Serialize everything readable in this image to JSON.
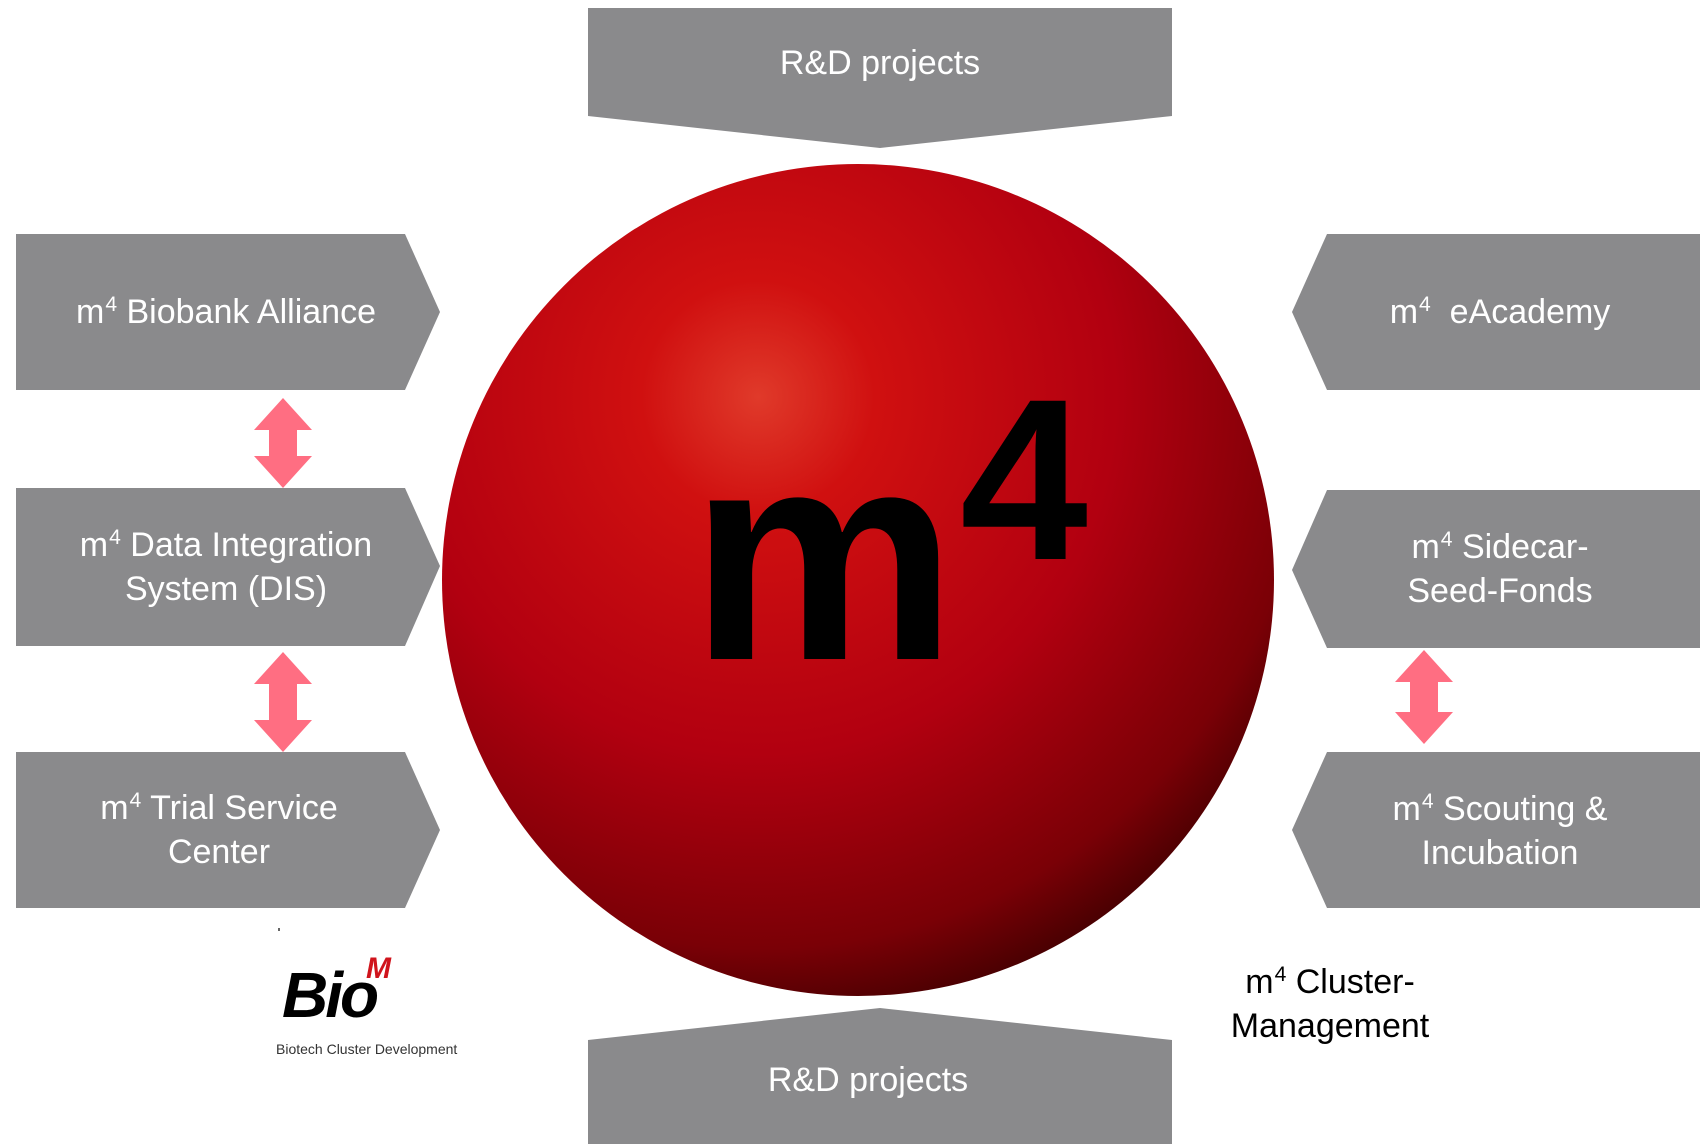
{
  "colors": {
    "box_fill": "#8a8a8c",
    "box_text": "#ffffff",
    "sphere_highlight": "#e03a2a",
    "sphere_base": "#b20010",
    "sphere_shadow": "#3a0000",
    "arrow_fill": "#ff6e82"
  },
  "top_box": {
    "label": "R&D projects"
  },
  "bottom_box": {
    "label": "R&D projects"
  },
  "left_boxes": [
    {
      "prefix": "m",
      "sup": "4",
      "lines": [
        " Biobank Alliance"
      ]
    },
    {
      "prefix": "m",
      "sup": "4",
      "lines": [
        " Data Integration",
        "System (DIS)"
      ]
    },
    {
      "prefix": "m",
      "sup": "4",
      "lines": [
        " Trial Service",
        "Center"
      ]
    }
  ],
  "right_boxes": [
    {
      "prefix": "m",
      "sup": "4",
      "lines": [
        "  eAcademy"
      ]
    },
    {
      "prefix": "m",
      "sup": "4",
      "lines": [
        " Sidecar-",
        "Seed-Fonds"
      ]
    },
    {
      "prefix": "m",
      "sup": "4",
      "lines": [
        " Scouting &",
        "Incubation"
      ]
    }
  ],
  "center": {
    "letter": "m",
    "exponent": "4"
  },
  "cluster_management": {
    "prefix": "m",
    "sup": "4",
    "line1": " Cluster-",
    "line2": "Management"
  },
  "logo": {
    "word": "Bio",
    "superscript": "M",
    "tagline": "Biotech Cluster Development"
  }
}
